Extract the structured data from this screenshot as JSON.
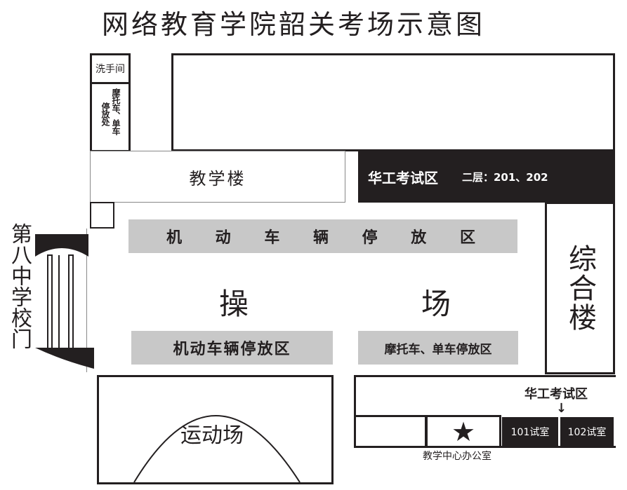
{
  "title": "网络教育学院韶关考场示意图",
  "toilet": "洗手间",
  "moto_parking_top": {
    "col1": "摩托车、单车",
    "col2": "停放处"
  },
  "teaching_building": "教学楼",
  "exam_zone_main": {
    "label": "华工考试区",
    "floors": "二层：201、202"
  },
  "vehicle_parking_1": "机 动 车 辆 停 放 区",
  "playground": {
    "left": "操",
    "right": "场"
  },
  "vehicle_parking_2": "机动车辆停放区",
  "moto_parking_2": "摩托车、单车停放区",
  "complex_building": "综合楼",
  "gate": "第八中学校门",
  "sports_field": "运动场",
  "exam_zone_small": "华工考试区",
  "room_101": "101试室",
  "room_102": "102试室",
  "office": "教学中心办公室"
}
